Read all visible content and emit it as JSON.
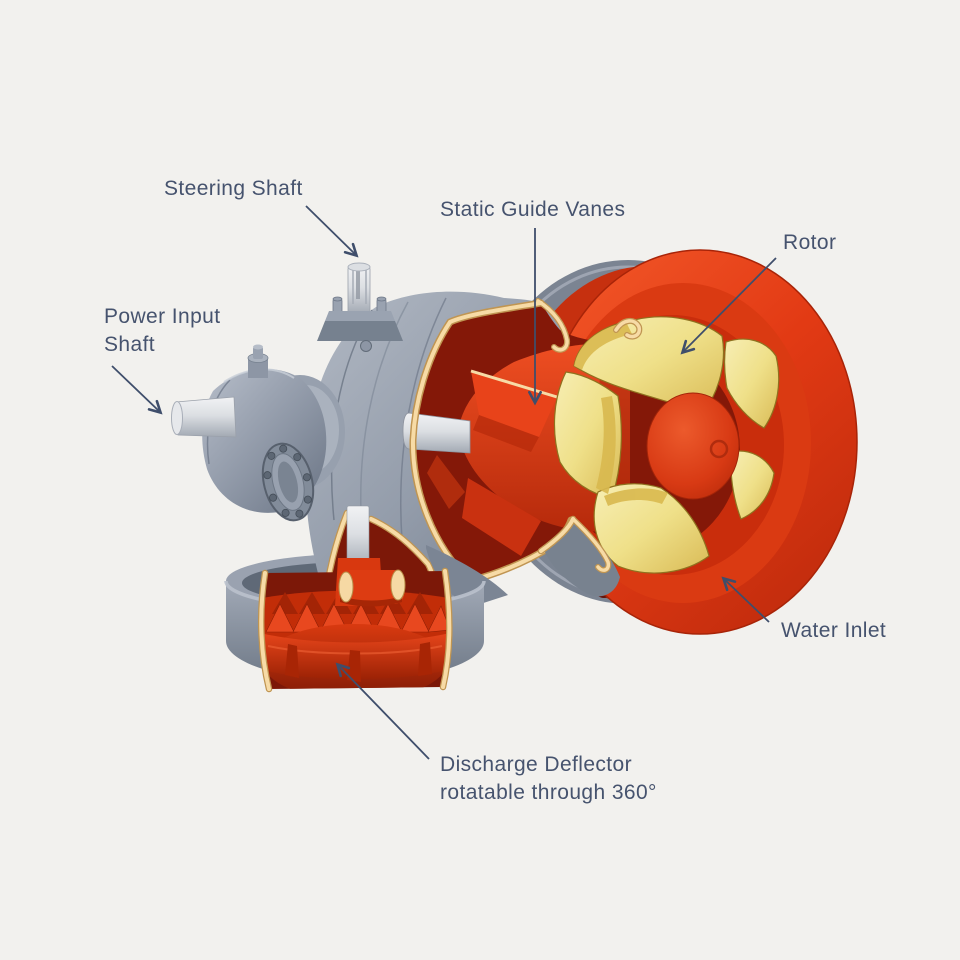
{
  "figure": {
    "type": "technical-cutaway-diagram",
    "labels": {
      "steering_shaft": "Steering Shaft",
      "static_guide_vanes": "Static Guide Vanes",
      "rotor": "Rotor",
      "power_input_shaft_line1": "Power Input",
      "power_input_shaft_line2": "Shaft",
      "water_inlet": "Water Inlet",
      "discharge_deflector_line1": "Discharge Deflector",
      "discharge_deflector_line2": "rotatable through 360°"
    },
    "colors": {
      "background": "#f2f1ee",
      "label_text": "#46536e",
      "arrow": "#3f4e6b",
      "housing_gray": "#8d96a5",
      "housing_gray_dark": "#6e7888",
      "housing_gray_light": "#b6bdc8",
      "cut_edge_cream": "#f7dba6",
      "interior_dark_red": "#841808",
      "bright_red": "#e8431c",
      "rotor_yellow": "#f0e189",
      "shaft_metal": "#e9ebee"
    }
  }
}
